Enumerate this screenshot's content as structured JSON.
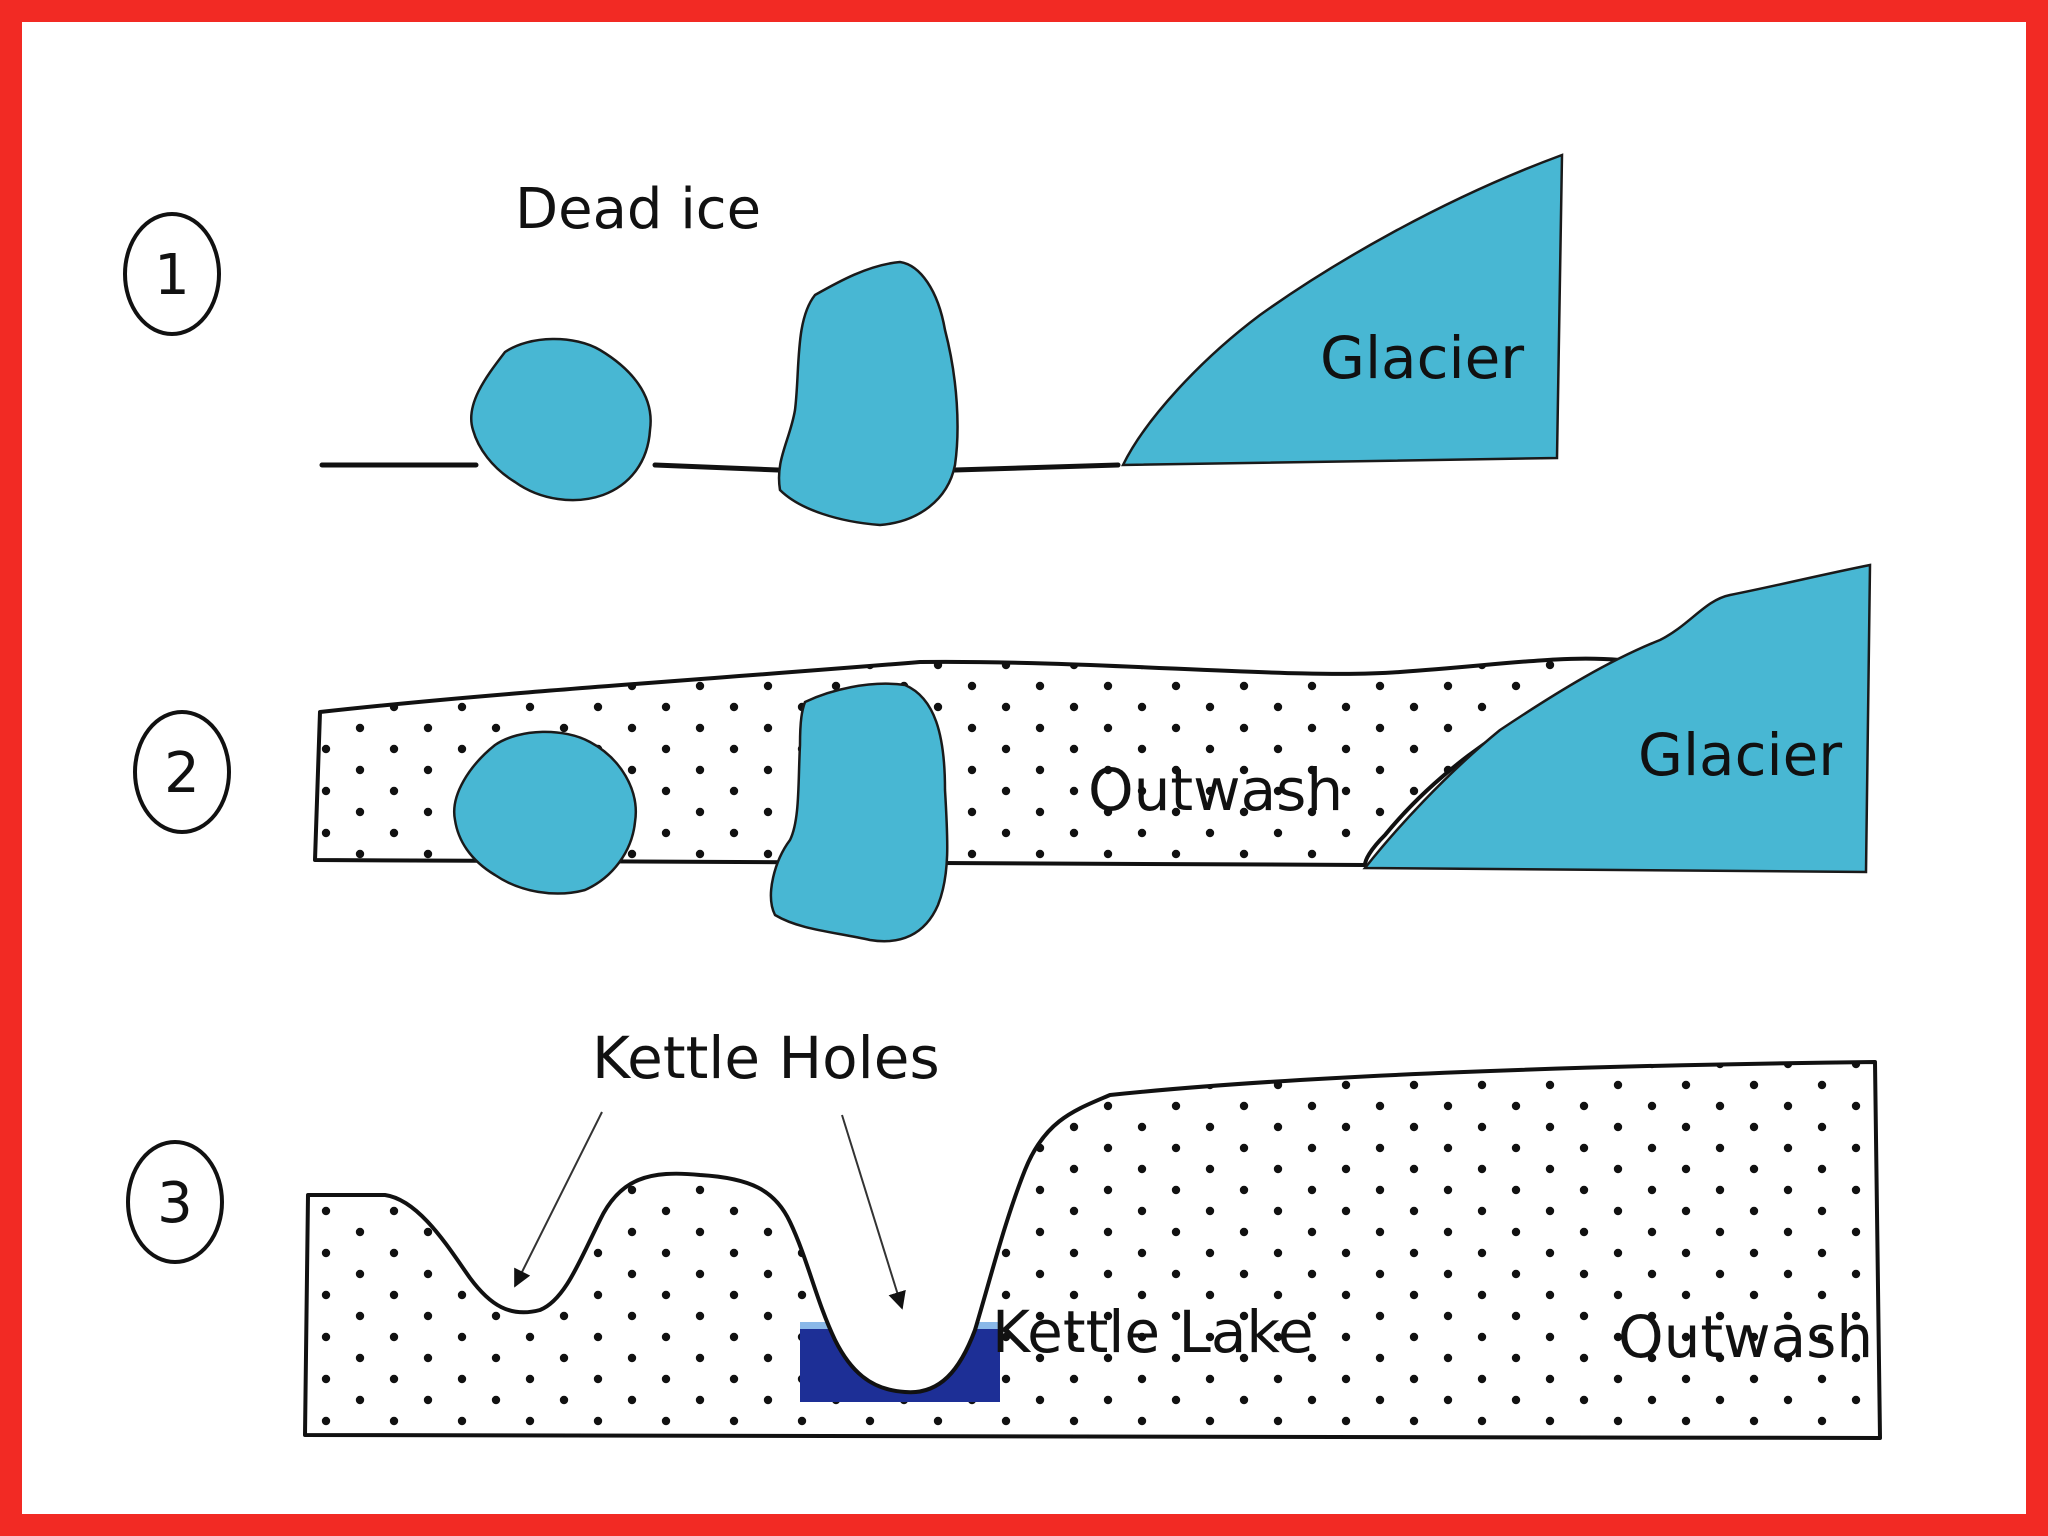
{
  "colors": {
    "frame": "#F22A24",
    "ice": "#48B7D3",
    "lake": "#1D2F96",
    "lake_surface": "#8AB8E8"
  },
  "icons": [
    "dot-pattern"
  ],
  "steps": [
    "1",
    "2",
    "3"
  ],
  "labels": {
    "dead_ice": "Dead ice",
    "glacier_1": "Glacier",
    "glacier_2": "Glacier",
    "outwash_2": "Outwash",
    "kettle_holes": "Kettle Holes",
    "kettle_lake": "Kettle Lake",
    "outwash_3": "Outwash"
  }
}
